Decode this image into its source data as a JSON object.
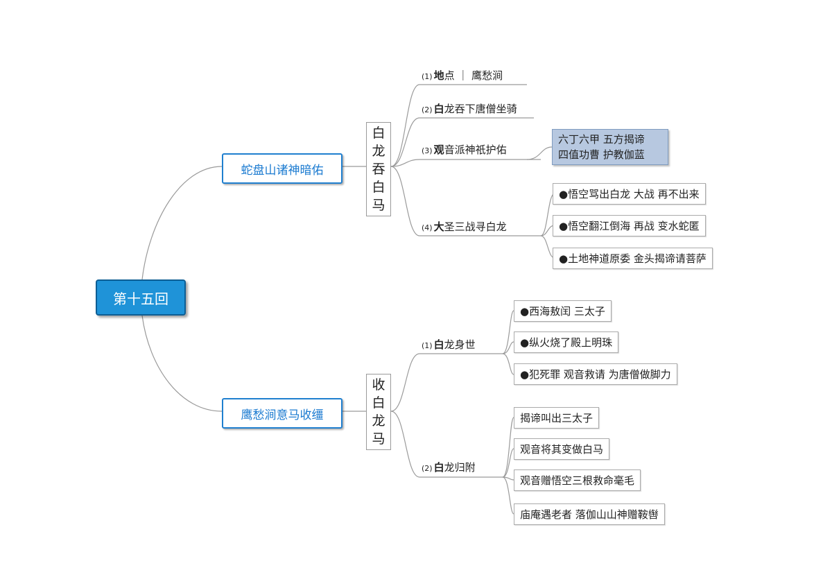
{
  "root": "第十五回",
  "branches": [
    {
      "label": "蛇盘山诸神暗佑",
      "vertical": [
        "白",
        "龙",
        "吞",
        "白",
        "马"
      ],
      "items": [
        {
          "num": "(1)",
          "first": "地",
          "rest": "点 ｜ 鹰愁涧"
        },
        {
          "num": "(2)",
          "first": "白",
          "rest": "龙吞下唐僧坐骑"
        },
        {
          "num": "(3)",
          "first": "观",
          "rest": "音派神祇护佑",
          "note": [
            "六丁六甲 五方揭谛",
            "四值功曹 护教伽蓝"
          ]
        },
        {
          "num": "(4)",
          "first": "大",
          "rest": "圣三战寻白龙",
          "children": [
            "●悟空骂出白龙 大战 再不出来",
            "●悟空翻江倒海 再战 变水蛇匿",
            "●土地神道原委 金头揭谛请菩萨"
          ]
        }
      ]
    },
    {
      "label": "鹰愁涧意马收缰",
      "vertical": [
        "收",
        "白",
        "龙",
        "马"
      ],
      "items": [
        {
          "num": "(1)",
          "first": "白",
          "rest": "龙身世",
          "children": [
            "●西海敖闰 三太子",
            "●纵火烧了殿上明珠",
            "●犯死罪 观音救请 为唐僧做脚力"
          ]
        },
        {
          "num": "(2)",
          "first": "白",
          "rest": "龙归附",
          "children": [
            "揭谛叫出三太子",
            "观音将其变做白马",
            "观音赠悟空三根救命毫毛",
            "庙庵遇老者 落伽山山神赠鞍辔"
          ]
        }
      ]
    }
  ]
}
